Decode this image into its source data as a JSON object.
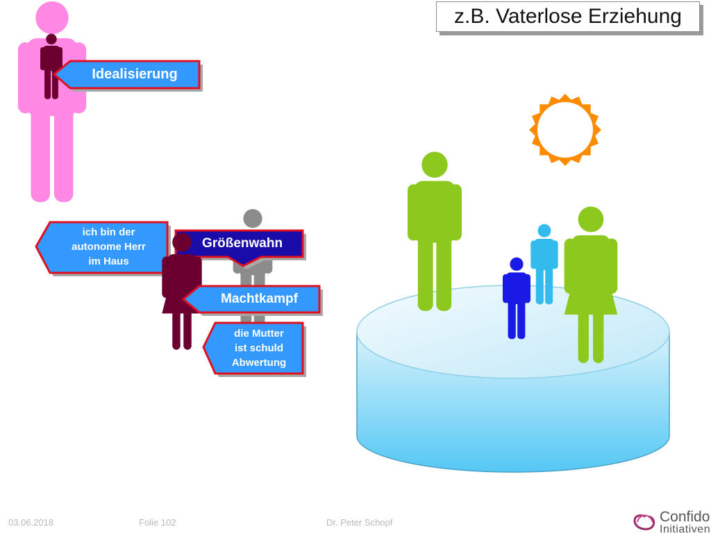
{
  "slide": {
    "title": "z.B. Vaterlose Erziehung",
    "footer": {
      "date": "03.06.2018",
      "slide_number": "Folie 102",
      "author": "Dr. Peter Schopf"
    },
    "logo": {
      "line1": "Confido",
      "line2": "Initiativen"
    }
  },
  "callouts": {
    "idealisierung": "Idealisierung",
    "herr_lines": [
      "ich bin der",
      "autonome Herr",
      "im Haus"
    ],
    "groessenwahn": "Größenwahn",
    "machtkampf": "Machtkampf",
    "mutter_lines": [
      "die Mutter",
      "ist schuld",
      "Abwertung"
    ]
  },
  "colors": {
    "father_pink": "#ff88e4",
    "child_dark": "#6b0030",
    "adult_grey": "#8c8c8c",
    "callout_blue": "#3399ff",
    "callout_dark_blue": "#1a0ca8",
    "callout_border": "#e01020",
    "figure_green": "#8cc81e",
    "figure_light_blue": "#33bbee",
    "figure_blue": "#1a1ae6",
    "sun_orange": "#ff8c00",
    "pedestal_light": "#d8f2fc",
    "pedestal_dark": "#55c8f4"
  },
  "icons": [
    "person-icon",
    "sun-icon",
    "pedestal-icon",
    "confido-logo-icon"
  ]
}
